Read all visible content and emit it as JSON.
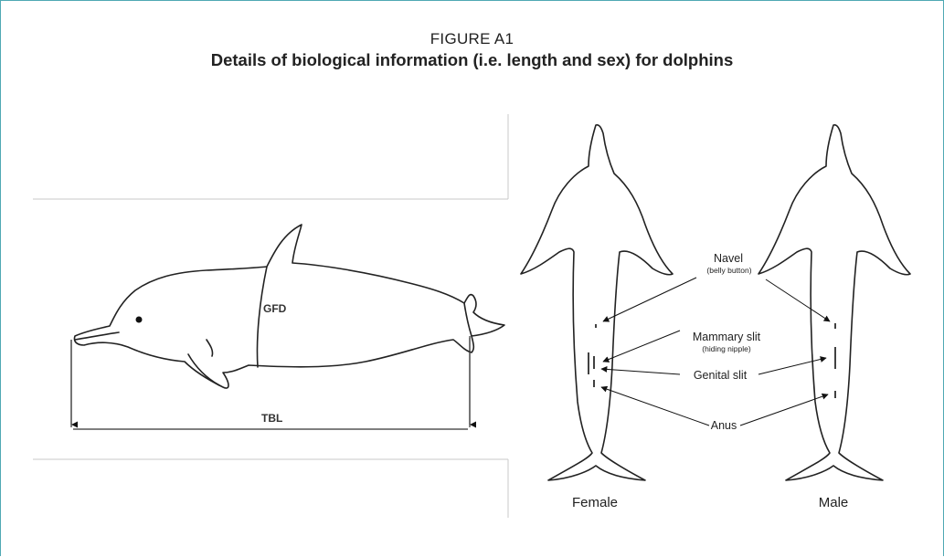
{
  "figure": {
    "label": "FIGURE A1",
    "title": "Details of biological information (i.e. length and sex) for dolphins"
  },
  "side_view": {
    "girth_label": "GFD",
    "length_label": "TBL"
  },
  "ventral_view": {
    "annotations": [
      {
        "label": "Navel",
        "sublabel": "(belly button)"
      },
      {
        "label": "Mammary slit",
        "sublabel": "(hiding nipple)"
      },
      {
        "label": "Genital slit",
        "sublabel": ""
      },
      {
        "label": "Anus",
        "sublabel": ""
      }
    ],
    "female_label": "Female",
    "male_label": "Male"
  }
}
